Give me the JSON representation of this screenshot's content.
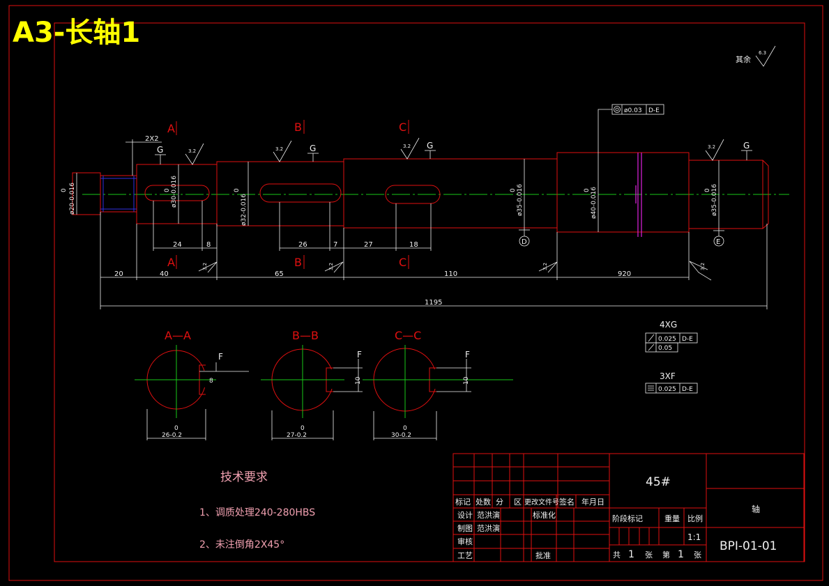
{
  "title": "A3-长轴1",
  "roughness_note": {
    "label": "其余",
    "value": "6.3"
  },
  "section_letters": [
    "A",
    "B",
    "C"
  ],
  "datum_letters": {
    "g": "G",
    "f": "F"
  },
  "roughness_value": "3.2",
  "chamfer_left": "2X2",
  "tolerance_top": {
    "value": "ø0.03",
    "datum": "D-E"
  },
  "diameters": {
    "d20": "ø20-0.016",
    "d30": "ø30-0.016",
    "d32": "ø32-0.016",
    "d35a": "ø35-0.016",
    "d40": "ø40-0.016",
    "d35b": "ø35-0.016",
    "upper": "0"
  },
  "datums": {
    "d": "D",
    "e": "E"
  },
  "keyway_dims": {
    "k24": "24",
    "k8": "8",
    "k26": "26",
    "k7": "7",
    "k27": "27",
    "k18": "18"
  },
  "length_dims": {
    "l20": "20",
    "l40": "40",
    "l65": "65",
    "l110": "110",
    "l920": "920",
    "total": "1195"
  },
  "sections": [
    {
      "name": "A—A",
      "width": "26-0.2",
      "upper": "0",
      "key": "8"
    },
    {
      "name": "B—B",
      "width": "27-0.2",
      "upper": "0",
      "key": "10"
    },
    {
      "name": "C—C",
      "width": "30-0.2",
      "upper": "0",
      "key": "10"
    }
  ],
  "gdt_4xg": {
    "label": "4XG",
    "row1": {
      "value": "0.025",
      "datum": "D-E"
    },
    "row2": {
      "value": "0.05"
    }
  },
  "gdt_3xf": {
    "label": "3XF",
    "row1": {
      "value": "0.025",
      "datum": "D-E"
    }
  },
  "tech": {
    "title": "技术要求",
    "item1": "1、调质处理240-280HBS",
    "item2": "2、未注倒角2X45°"
  },
  "title_block": {
    "material": "45#",
    "part_name": "轴",
    "drawing_no": "BPI-01-01",
    "header": [
      "标记",
      "处数",
      "分",
      "区",
      "更改文件号",
      "签名",
      "年月日"
    ],
    "design": "设计",
    "draw": "制图",
    "review": "审核",
    "process": "工艺",
    "designer": "范洪演",
    "drafter": "范洪演",
    "standard": "标准化",
    "approve": "批准",
    "stage": "阶段标记",
    "weight": "重量",
    "scale": "比例",
    "scale_value": "1:1",
    "sheet_total_label": "共",
    "sheet_total": "1",
    "sheet_word": "张",
    "sheet_no_label": "第",
    "sheet_no": "1"
  }
}
